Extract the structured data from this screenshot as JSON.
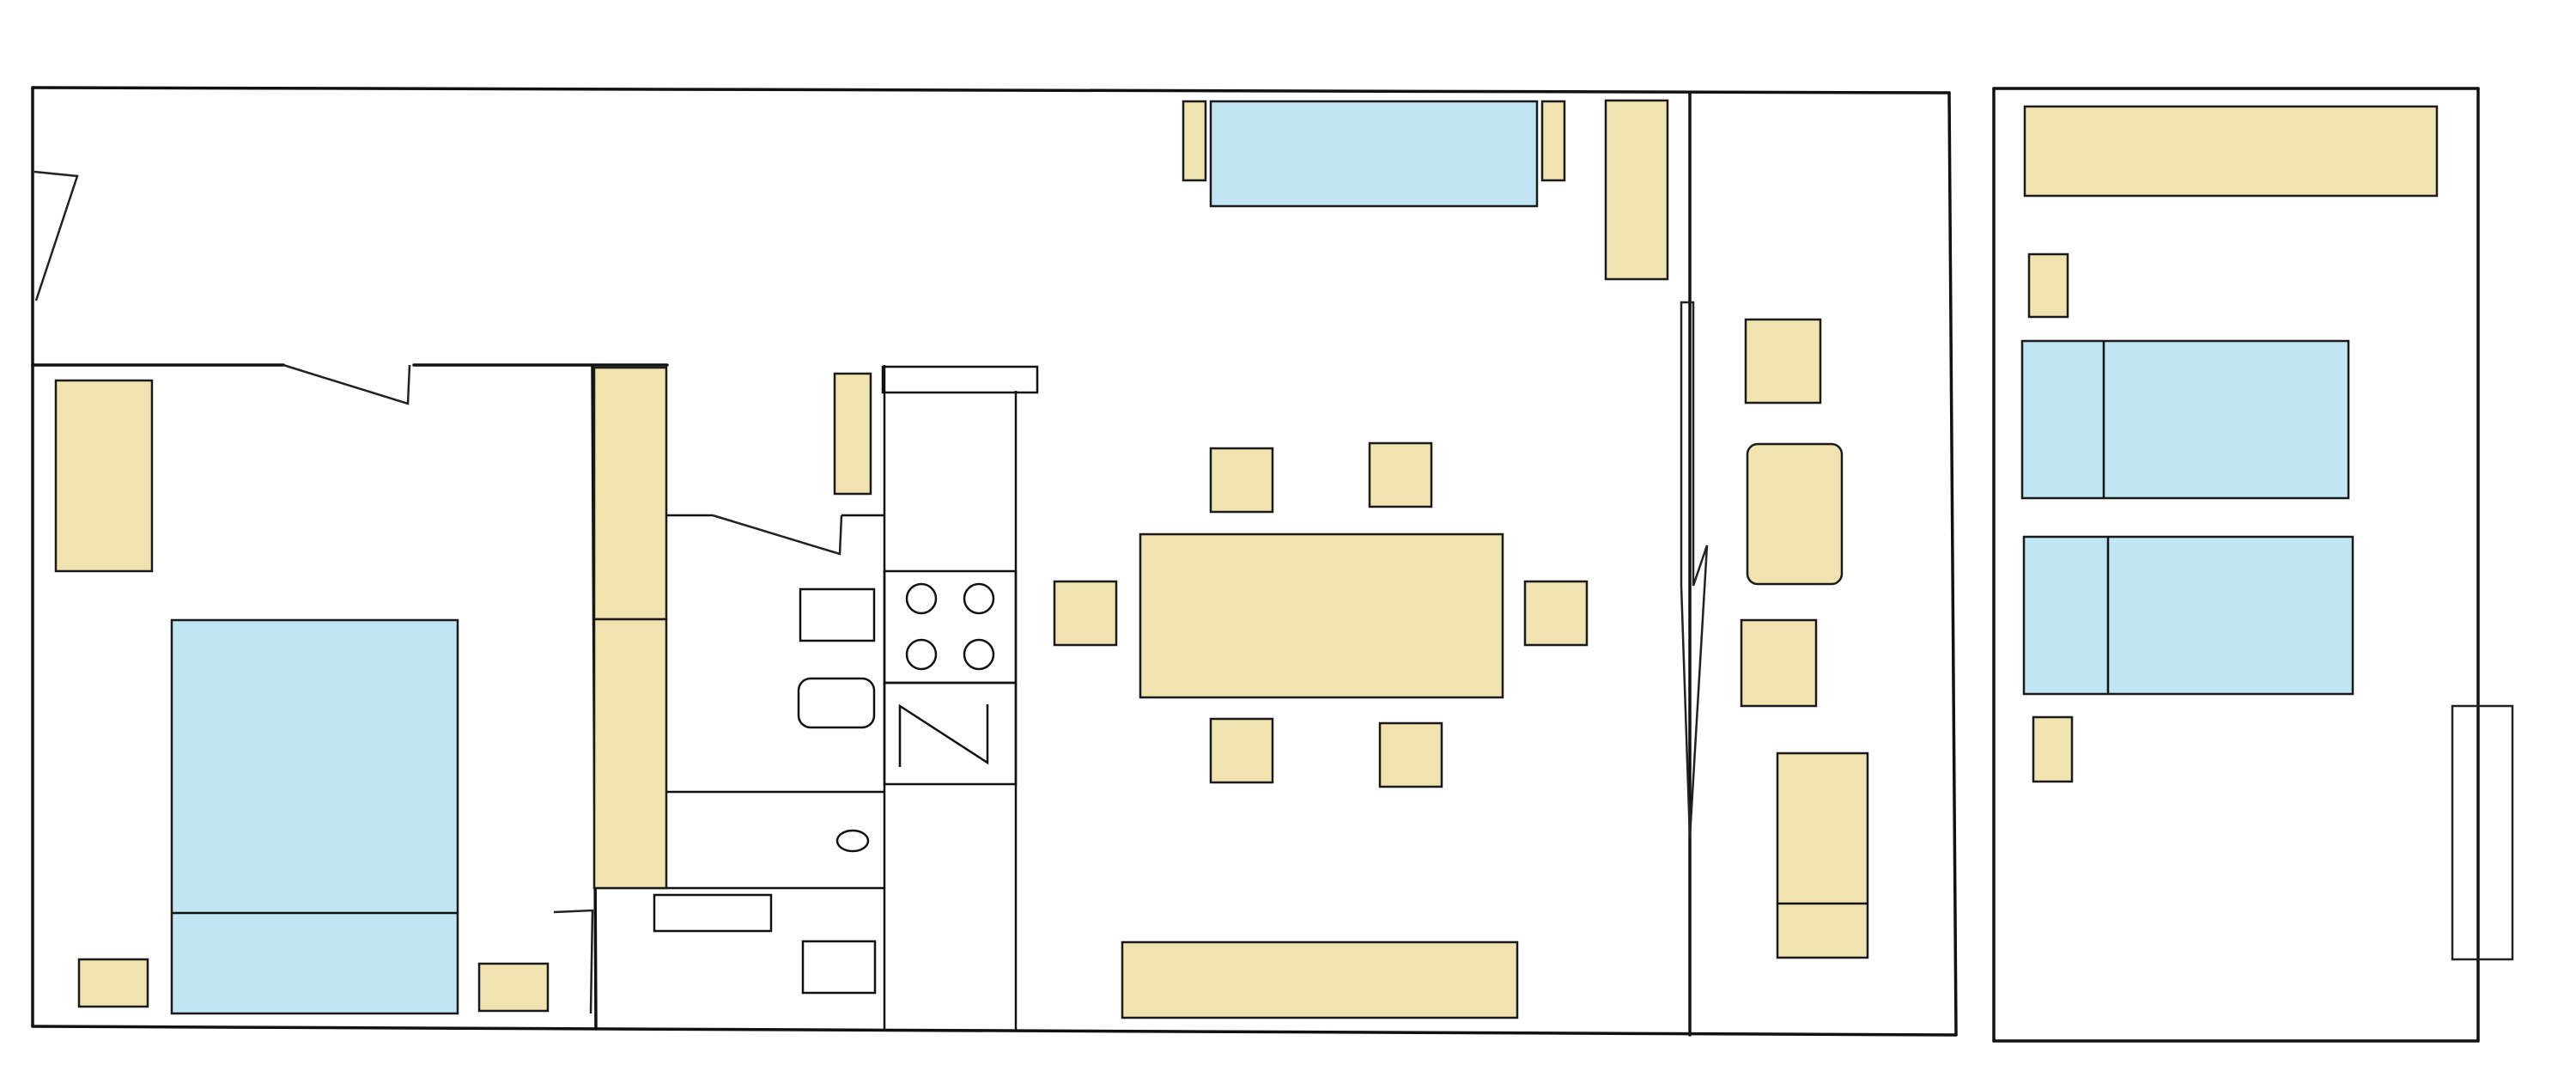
{
  "colors": {
    "background": "#ffffff",
    "wall": "#111111",
    "furniture": "#f0e3b0",
    "bed_linen": "#bfe6f2"
  },
  "elements": {
    "wardrobe": "wardrobe",
    "bed": "bed",
    "nightstand": "nightstand",
    "kitchen_counter": "kitchen-counter",
    "stove": "stove-with-four-burners",
    "sink": "sink",
    "dining_table": "dining-table",
    "chair": "chair",
    "sofa": "sofa",
    "armchair": "armchair",
    "tv_unit": "tv-unit",
    "sliding_door": "sliding-door",
    "swing_door": "swing-door",
    "window": "window"
  }
}
